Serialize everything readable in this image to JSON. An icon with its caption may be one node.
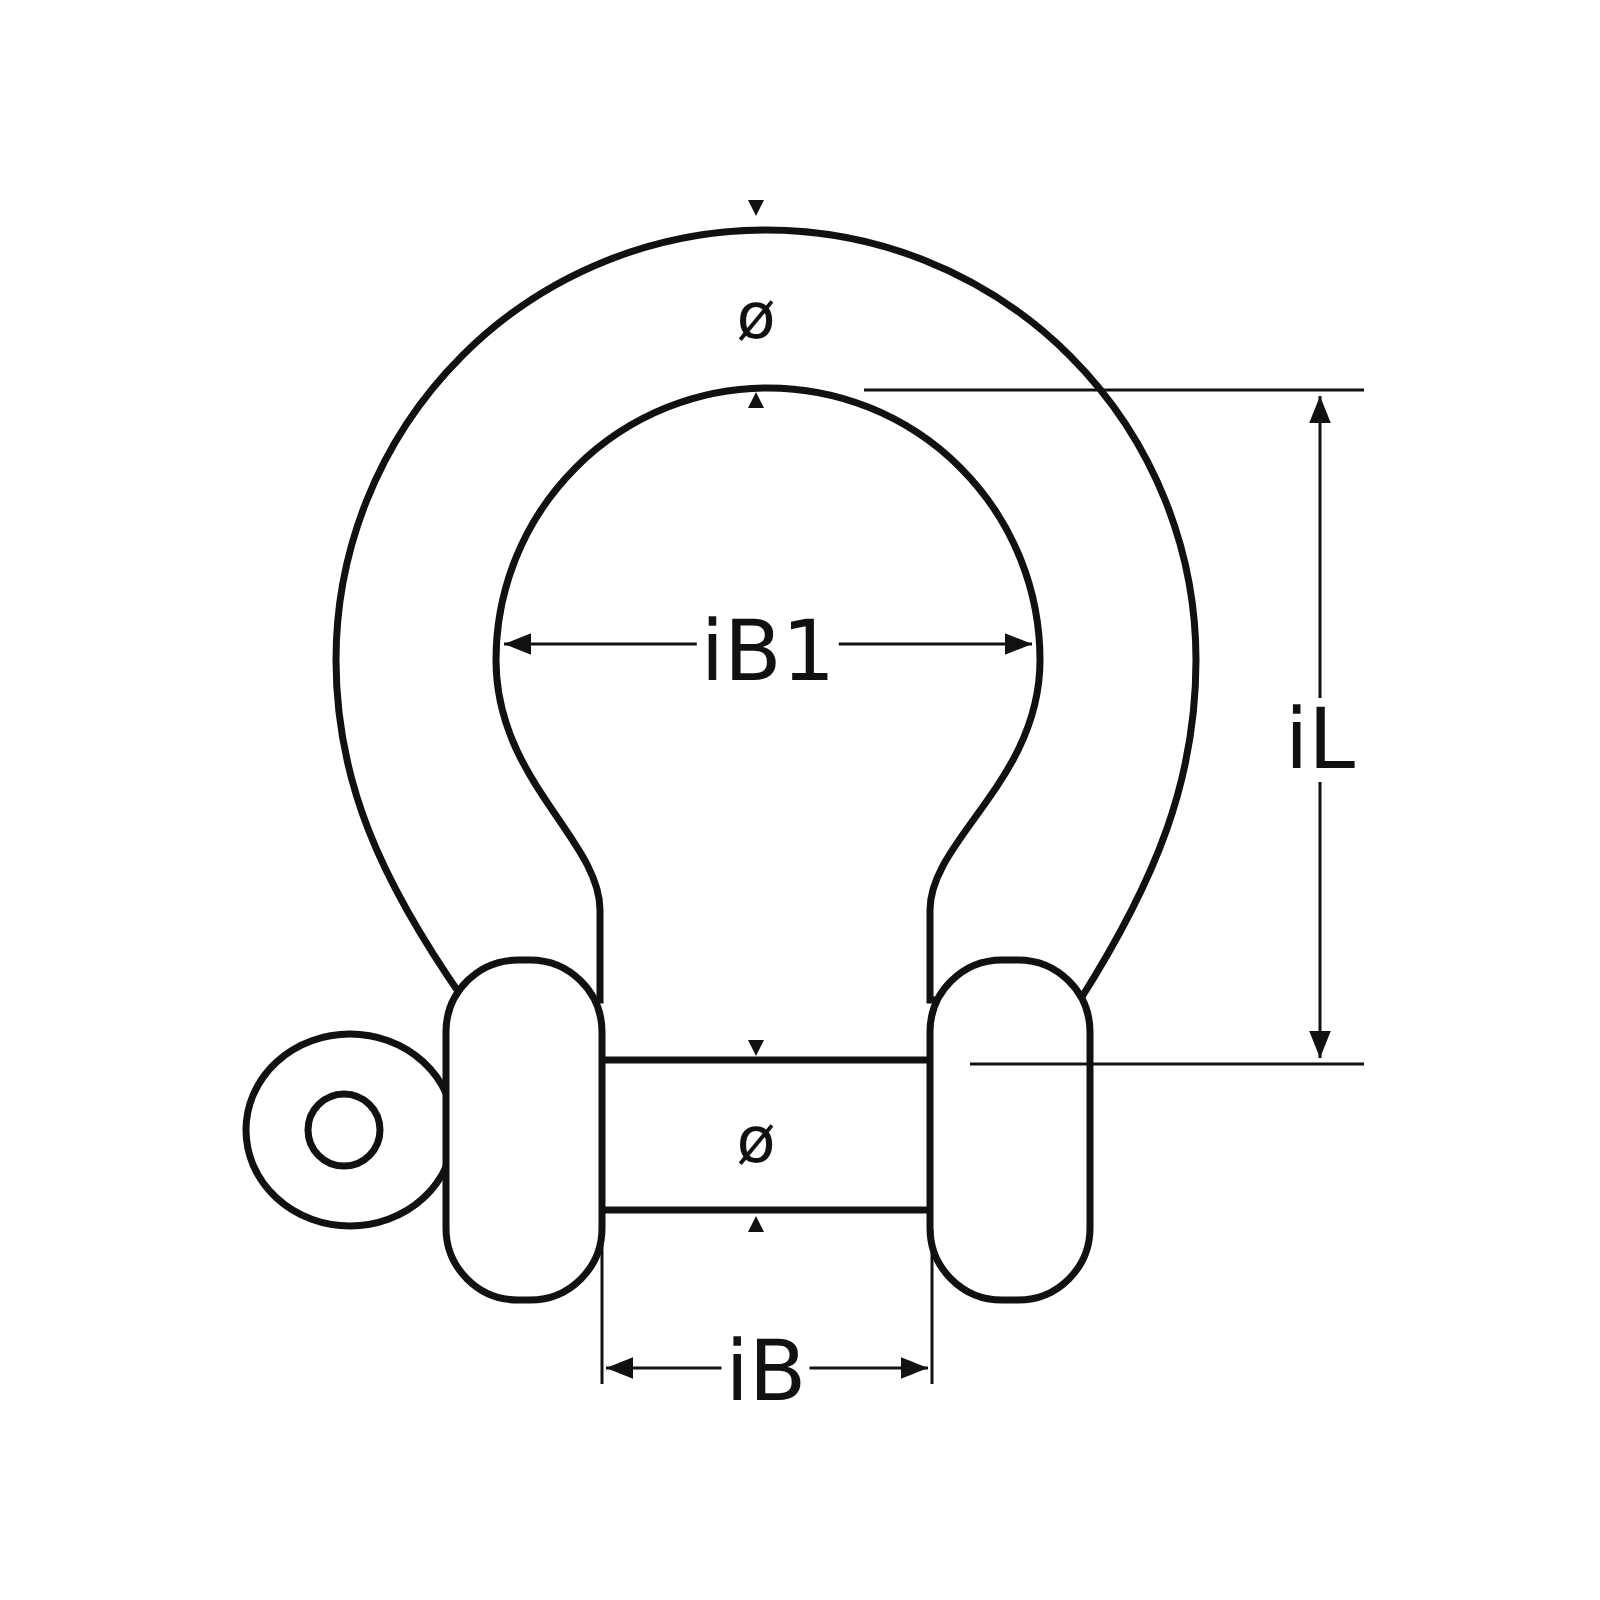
{
  "diagram": {
    "labels": [
      "ø",
      "iB1",
      "iL",
      "ø",
      "iB"
    ]
  }
}
